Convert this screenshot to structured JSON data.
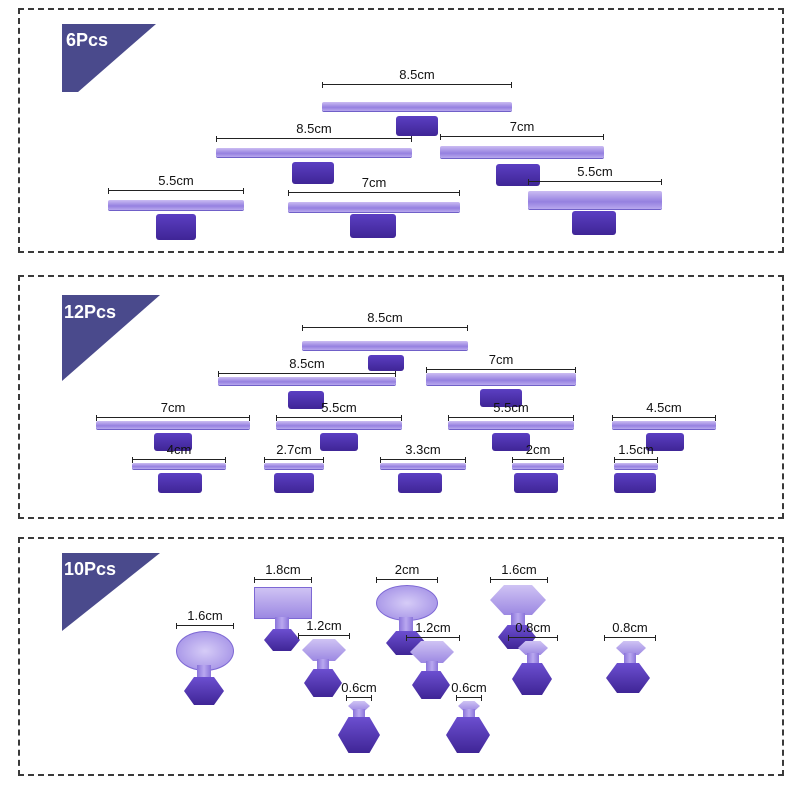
{
  "colors": {
    "tag_fill": "#4a4a8c",
    "tab_light": "#a896ea",
    "tab_dark": "#4a2fae"
  },
  "panel1": {
    "label": "6Pcs",
    "tabs": [
      {
        "size": "8.5cm"
      },
      {
        "size": "8.5cm"
      },
      {
        "size": "7cm"
      },
      {
        "size": "5.5cm"
      },
      {
        "size": "7cm"
      },
      {
        "size": "5.5cm"
      }
    ]
  },
  "panel2": {
    "label": "12Pcs",
    "tabs": [
      {
        "size": "8.5cm"
      },
      {
        "size": "8.5cm"
      },
      {
        "size": "7cm"
      },
      {
        "size": "7cm"
      },
      {
        "size": "5.5cm"
      },
      {
        "size": "5.5cm"
      },
      {
        "size": "4.5cm"
      },
      {
        "size": "4cm"
      },
      {
        "size": "2.7cm"
      },
      {
        "size": "3.3cm"
      },
      {
        "size": "2cm"
      },
      {
        "size": "1.5cm"
      }
    ]
  },
  "panel3": {
    "label": "10Pcs",
    "tabs": [
      {
        "size": "1.8cm"
      },
      {
        "size": "2cm"
      },
      {
        "size": "1.6cm"
      },
      {
        "size": "1.6cm"
      },
      {
        "size": "1.2cm"
      },
      {
        "size": "1.2cm"
      },
      {
        "size": "0.8cm"
      },
      {
        "size": "0.8cm"
      },
      {
        "size": "0.6cm"
      },
      {
        "size": "0.6cm"
      }
    ]
  }
}
